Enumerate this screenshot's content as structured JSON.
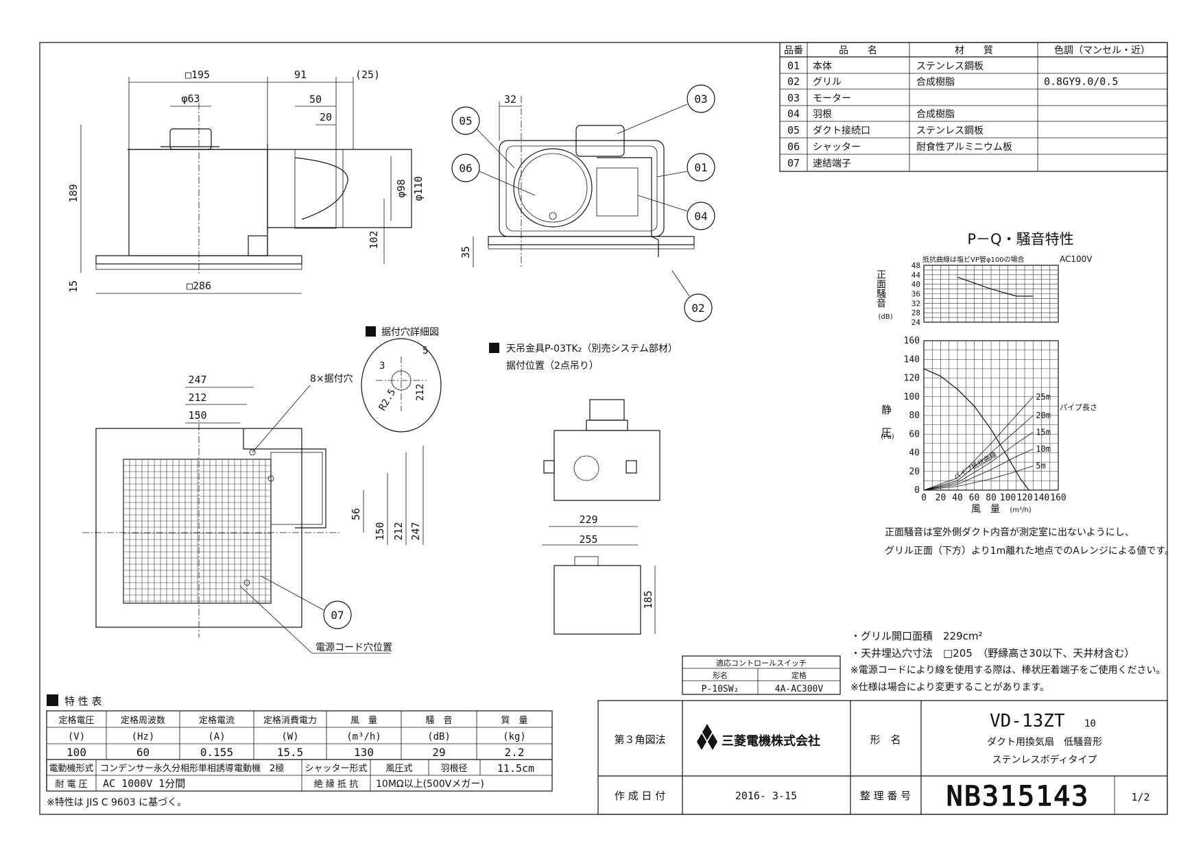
{
  "parts_table": {
    "headers": [
      "品番",
      "品　　名",
      "材　　質",
      "色調（マンセル・近）"
    ],
    "rows": [
      {
        "no": "01",
        "name": "本体",
        "material": "ステンレス鋼板",
        "color": ""
      },
      {
        "no": "02",
        "name": "グリル",
        "material": "合成樹脂",
        "color": "0.8GY9.0/0.5"
      },
      {
        "no": "03",
        "name": "モーター",
        "material": "",
        "color": ""
      },
      {
        "no": "04",
        "name": "羽根",
        "material": "合成樹脂",
        "color": ""
      },
      {
        "no": "05",
        "name": "ダクト接続口",
        "material": "ステンレス鋼板",
        "color": ""
      },
      {
        "no": "06",
        "name": "シャッター",
        "material": "耐食性アルミニウム板",
        "color": ""
      },
      {
        "no": "07",
        "name": "速結端子",
        "material": "",
        "color": ""
      }
    ]
  },
  "side_view": {
    "dims": [
      "□195",
      "φ63",
      "91",
      "(25)",
      "50",
      "20",
      "189",
      "φ98",
      "φ110",
      "102",
      "15",
      "□286"
    ]
  },
  "front_view": {
    "dims": [
      "32",
      "35"
    ],
    "callouts": [
      "05",
      "06",
      "03",
      "01",
      "04",
      "02"
    ]
  },
  "detail": {
    "title": "据付穴詳細図",
    "dims": [
      "5",
      "3",
      "R2.5",
      "212"
    ]
  },
  "hanger": {
    "title": "天吊金具P-03TK₂（別売システム部材）",
    "subtitle": "据付位置（2点吊り）",
    "dims": [
      "229",
      "255",
      "185"
    ]
  },
  "plan_view": {
    "dims": [
      "247",
      "212",
      "150",
      "56",
      "150",
      "212",
      "247"
    ],
    "hole_label": "8×据付穴",
    "callout": "07",
    "cord_label": "電源コード穴位置"
  },
  "chart_data": [
    {
      "type": "line",
      "title": "P－Q・騒音特性",
      "panel": "noise",
      "note": "抵抗曲線は塩ビVP管φ100の場合",
      "supply": "AC100V",
      "ylabel": "正面騒音",
      "yunit": "(dB)",
      "ylim": [
        24,
        48
      ],
      "yticks": [
        24,
        28,
        32,
        36,
        40,
        44,
        48
      ],
      "xlim": [
        0,
        160
      ],
      "series": [
        {
          "x": [
            40,
            60,
            80,
            100,
            110,
            130
          ],
          "y": [
            43,
            40.5,
            38,
            36,
            35,
            35
          ]
        }
      ]
    },
    {
      "type": "line",
      "panel": "pq",
      "ylabel": "静圧",
      "yunit": "(Pa)",
      "xlabel": "風　量",
      "xunit": "(m³/h)",
      "xlim": [
        0,
        160
      ],
      "ylim": [
        0,
        160
      ],
      "xticks": [
        0,
        20,
        40,
        60,
        80,
        100,
        120,
        140,
        160
      ],
      "yticks": [
        0,
        20,
        40,
        60,
        80,
        100,
        120,
        140,
        160
      ],
      "curve_label": "パイプ抵抗曲線",
      "pipe_label": "パイプ長さ",
      "series": [
        {
          "x": [
            0,
            20,
            40,
            60,
            80,
            100,
            115,
            125
          ],
          "y": [
            130,
            122,
            108,
            90,
            65,
            35,
            12,
            0
          ]
        },
        {
          "name": "5m",
          "x": [
            0,
            40,
            80,
            110,
            130
          ],
          "y": [
            0,
            4,
            12,
            20,
            26
          ]
        },
        {
          "name": "10m",
          "x": [
            0,
            40,
            80,
            110,
            130
          ],
          "y": [
            0,
            6,
            22,
            36,
            44
          ]
        },
        {
          "name": "15m",
          "x": [
            0,
            40,
            80,
            110,
            130
          ],
          "y": [
            0,
            8,
            30,
            50,
            62
          ]
        },
        {
          "name": "20m",
          "x": [
            0,
            40,
            80,
            110,
            130
          ],
          "y": [
            0,
            10,
            40,
            64,
            80
          ]
        },
        {
          "name": "25m",
          "x": [
            0,
            40,
            80,
            110,
            130
          ],
          "y": [
            0,
            13,
            50,
            80,
            100
          ]
        }
      ]
    }
  ],
  "chart_notes": [
    "正面騒音は室外側ダクト内音が測定室に出ないようにし、",
    "グリル正面（下方）より1m離れた地点でのAレンジによる値です。"
  ],
  "spec_notes": [
    "・グリル開口面積　229cm²",
    "・天井埋込穴寸法　□205　（野縁高さ30以下、天井材含む）",
    "※電源コードにより線を使用する際は、棒状圧着端子をご使用ください。",
    "※仕様は場合により変更することがあります。"
  ],
  "switch_table": {
    "title": "適応コントロールスイッチ",
    "headers": [
      "形名",
      "定格"
    ],
    "row": [
      "P-10SW₂",
      "4A-AC300V"
    ]
  },
  "spec_table": {
    "title": "特 性 表",
    "headers": [
      "定格電圧",
      "定格周波数",
      "定格電流",
      "定格消費電力",
      "風　量",
      "騒　音",
      "質　量"
    ],
    "units": [
      "(V)",
      "(Hz)",
      "(A)",
      "(W)",
      "(m³/h)",
      "(dB)",
      "(kg)"
    ],
    "values": [
      "100",
      "60",
      "0.155",
      "15.5",
      "130",
      "29",
      "2.2"
    ],
    "motor_label": "電動機形式",
    "motor_value": "コンデンサー永久分相形単相誘導電動機　2極",
    "shutter_label": "シャッター形式",
    "shutter_value": "風圧式",
    "blade_label": "羽根径",
    "blade_value": "11.5cm",
    "withstand_label": "耐 電 圧",
    "withstand_value": "AC 1000V 1分間",
    "insulation_label": "絶 縁 抵 抗",
    "insulation_value": "10MΩ以上(500Vメガー)",
    "note": "※特性は JIS C 9603 に基づく。"
  },
  "title_block": {
    "projection": "第３角図法",
    "company": "三菱電機株式会社",
    "model_label": "形　名",
    "model": "VD-13ZT",
    "model_sub": "10",
    "desc1": "ダクト用換気扇　低騒音形",
    "desc2": "ステンレスボディタイプ",
    "date_label": "作 成 日 付",
    "date": "2016- 3-15",
    "number_label": "整 理 番 号",
    "number": "NB315143",
    "page": "1/2"
  }
}
